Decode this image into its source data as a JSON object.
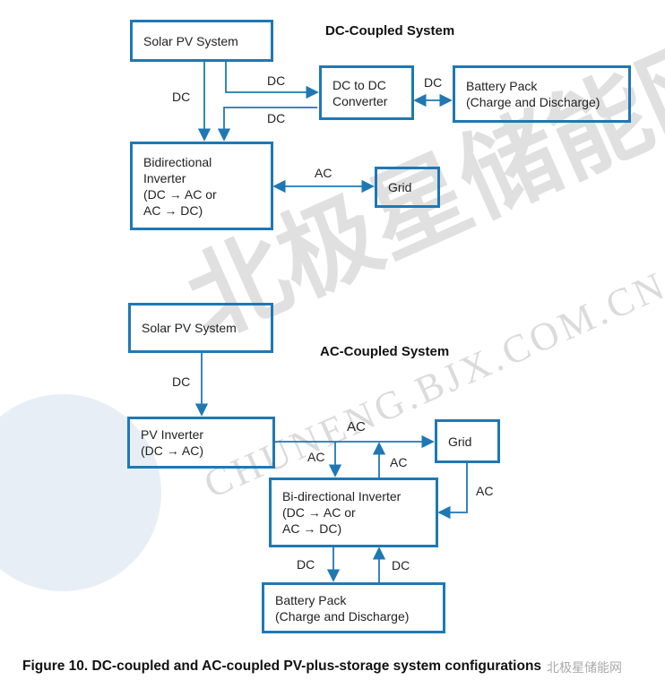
{
  "dc_system": {
    "title": "DC-Coupled System",
    "solar_pv": "Solar PV System",
    "dc_converter": [
      "DC to DC",
      "Converter"
    ],
    "battery": [
      "Battery Pack",
      "(Charge and Discharge)"
    ],
    "inverter": [
      "Bidirectional",
      "Inverter",
      "(DC → AC or",
      "AC → DC)"
    ],
    "grid": "Grid",
    "labels": {
      "solar_to_inverter": "DC",
      "solar_to_converter": "DC",
      "converter_to_inverter": "DC",
      "converter_battery": "DC",
      "inverter_grid": "AC"
    }
  },
  "ac_system": {
    "title": "AC-Coupled System",
    "solar_pv": "Solar PV System",
    "pv_inverter": [
      "PV Inverter",
      "(DC → AC)"
    ],
    "grid": "Grid",
    "bi_inverter": [
      "Bi-directional Inverter",
      "(DC → AC or",
      "AC → DC)"
    ],
    "battery": [
      "Battery Pack",
      "(Charge and Discharge)"
    ],
    "labels": {
      "solar_to_pv_inverter": "DC",
      "pv_inverter_to_grid": "AC",
      "bus_to_bi_inverter": "AC",
      "bi_inverter_to_bus": "AC",
      "grid_to_bi_inverter": "AC",
      "bi_inverter_to_battery": "DC",
      "battery_to_bi_inverter": "DC"
    }
  },
  "caption": "Figure 10. DC-coupled and AC-coupled PV-plus-storage system configurations",
  "watermark": {
    "chinese": "北极星储能网",
    "url": "CHUNENG.BJX.COM.CN",
    "wechat": "北极星储能网"
  },
  "colors": {
    "line": "#1f78b4",
    "watermark_red": "#e07080",
    "watermark_gray": "#888888"
  }
}
